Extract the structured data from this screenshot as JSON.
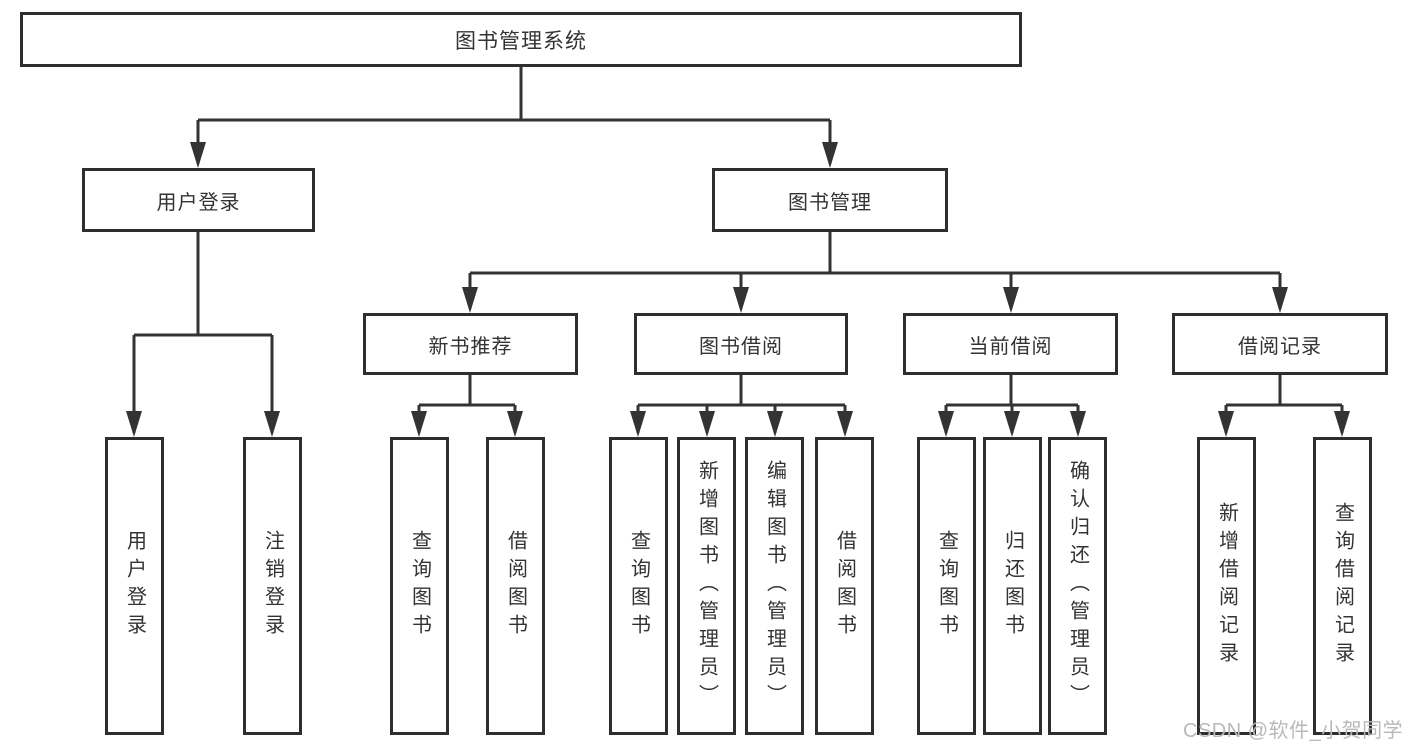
{
  "diagram": {
    "title": "图书管理系统",
    "nodes": {
      "root": "图书管理系统",
      "level2": [
        "用户登录",
        "图书管理"
      ],
      "level3": [
        "新书推荐",
        "图书借阅",
        "当前借阅",
        "借阅记录"
      ],
      "group_user_login": [
        "用户登录",
        "注销登录"
      ],
      "group_new_book": [
        "查询图书",
        "借阅图书"
      ],
      "group_book_borrow": [
        "查询图书",
        "新增图书（管理员）",
        "编辑图书（管理员）",
        "借阅图书"
      ],
      "group_current_borrow": [
        "查询图书",
        "归还图书",
        "确认归还（管理员）"
      ],
      "group_borrow_record": [
        "新增借阅记录",
        "查询借阅记录"
      ]
    },
    "colors": {
      "line": "#333333",
      "box_border": "#2e2e2e",
      "text": "#333333",
      "watermark": "#b9b9b9",
      "background": "#ffffff"
    }
  },
  "watermark": "CSDN @软件_小贺同学"
}
